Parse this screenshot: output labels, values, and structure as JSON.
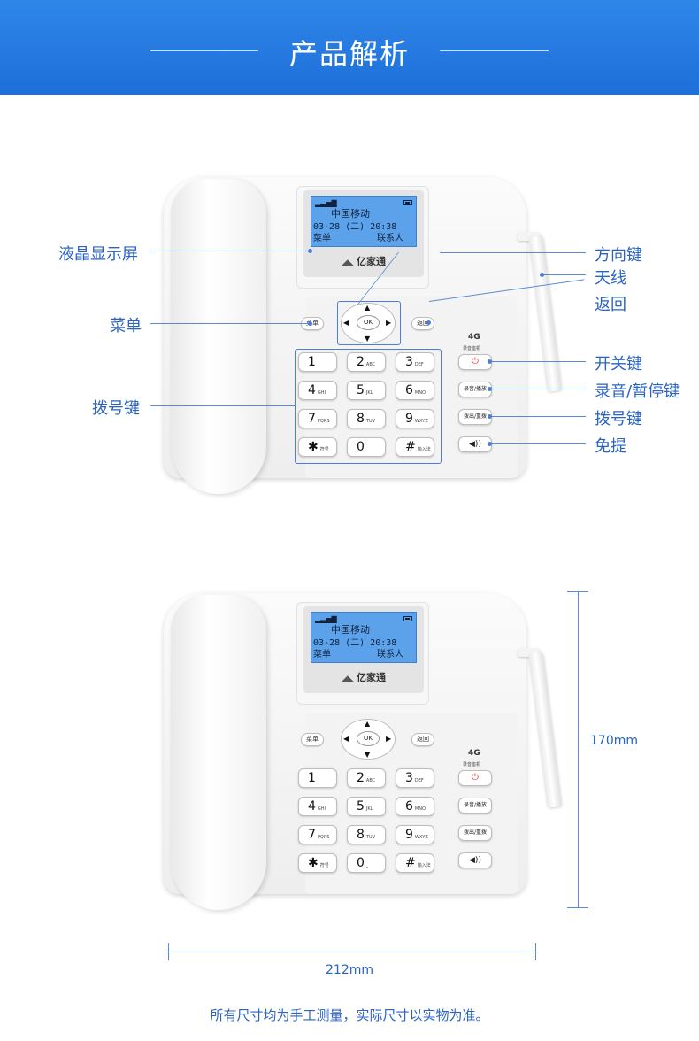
{
  "header": {
    "title": "产品解析"
  },
  "callouts": {
    "lcd": "液晶显示屏",
    "menu": "菜单",
    "dial_keys": "拨号键",
    "nav": "方向键",
    "antenna": "天线",
    "back": "返回",
    "power": "开关键",
    "record": "录音/暂停键",
    "dial": "拨号键",
    "speaker": "免提"
  },
  "phone": {
    "lcd": {
      "row1": "中国移动",
      "row2": "03-28 (二) 20:38",
      "row3_left": "菜单",
      "row3_right": "联系人"
    },
    "brand": "亿家通",
    "menu_btn": "菜单",
    "back_btn": "返回",
    "ok_btn": "OK",
    "badge": "4G",
    "badge_sub": "录音座机",
    "side": {
      "record": "录音/播放",
      "dial": "拨出/重拨"
    },
    "keys": [
      {
        "main": "1",
        "sub": ""
      },
      {
        "main": "2",
        "sub": "ABC"
      },
      {
        "main": "3",
        "sub": "DEF"
      },
      {
        "main": "4",
        "sub": "GHI"
      },
      {
        "main": "5",
        "sub": "JKL"
      },
      {
        "main": "6",
        "sub": "MNO"
      },
      {
        "main": "7",
        "sub": "PQRS"
      },
      {
        "main": "8",
        "sub": "TUV"
      },
      {
        "main": "9",
        "sub": "WXYZ"
      },
      {
        "main": "✱",
        "sub": "符号"
      },
      {
        "main": "0",
        "sub": "⎵"
      },
      {
        "main": "#",
        "sub": "输入法"
      }
    ]
  },
  "dimensions": {
    "height": "170mm",
    "width": "212mm"
  },
  "footer": "所有尺寸均为手工测量，实际尺寸以实物为准。",
  "colors": {
    "banner": "#1e6fd9",
    "accent": "#2a63c4",
    "lcd": "#5ba2ea"
  }
}
